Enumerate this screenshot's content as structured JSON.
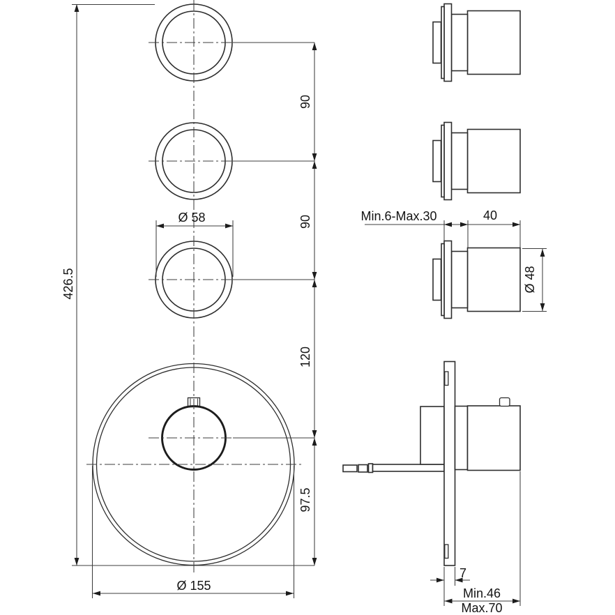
{
  "drawing": {
    "colors": {
      "background": "#ffffff",
      "line": "#2d2d2d",
      "text": "#141414"
    },
    "front_view": {
      "overall_height": "426.5",
      "knob_spacing_1": "90",
      "knob_spacing_2": "90",
      "knob_to_handle": "120",
      "handle_to_bottom": "97.5",
      "knob_diameter": "Ø 58",
      "plate_diameter": "Ø 155"
    },
    "side_view": {
      "wall_depth_range": "Min.6-Max.30",
      "knob_length": "40",
      "knob_diameter": "Ø 48"
    },
    "section_view": {
      "plate_thickness": "7",
      "depth_min": "Min.46",
      "depth_max": "Max.70"
    }
  }
}
